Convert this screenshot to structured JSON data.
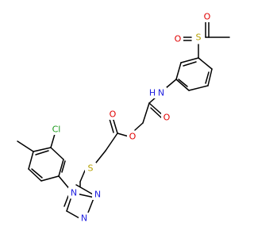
{
  "molecule": {
    "atoms": {
      "S_sulfonyl": {
        "symbol": "S",
        "color": "#b5a000"
      },
      "O_sulfonyl_1": {
        "symbol": "O",
        "color": "#e00000"
      },
      "O_sulfonyl_2": {
        "symbol": "O",
        "color": "#e00000"
      },
      "N_amide": {
        "symbol": "N",
        "color": "#2020e0"
      },
      "H_amide": {
        "symbol": "H",
        "color": "#2020e0"
      },
      "O_amide": {
        "symbol": "O",
        "color": "#e00000"
      },
      "O_ester_link": {
        "symbol": "O",
        "color": "#e00000"
      },
      "O_ester_carbonyl": {
        "symbol": "O",
        "color": "#e00000"
      },
      "S_thioether": {
        "symbol": "S",
        "color": "#b5a000"
      },
      "Cl": {
        "symbol": "Cl",
        "color": "#1a9a1a"
      },
      "N_triazole_4": {
        "symbol": "N",
        "color": "#2020e0"
      },
      "N_triazole_1": {
        "symbol": "N",
        "color": "#2020e0"
      },
      "N_triazole_2": {
        "symbol": "N",
        "color": "#2020e0"
      }
    }
  }
}
